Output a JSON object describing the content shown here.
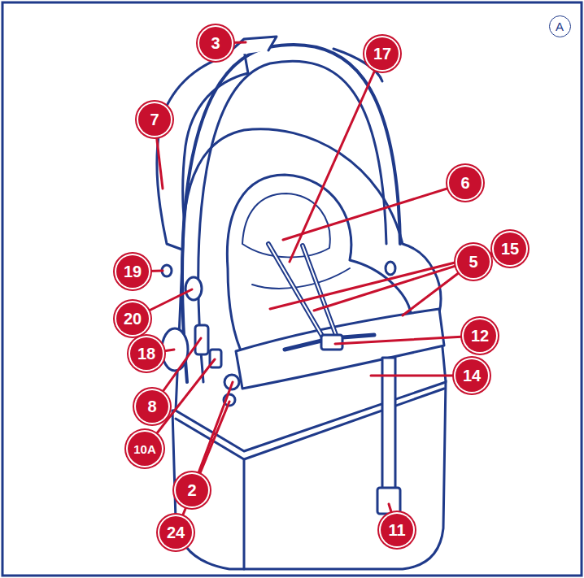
{
  "diagram": {
    "labels": [
      "A",
      "3",
      "17",
      "7",
      "6",
      "15",
      "19",
      "5",
      "20",
      "12",
      "18",
      "14",
      "8",
      "10A",
      "2",
      "11",
      "24"
    ]
  }
}
